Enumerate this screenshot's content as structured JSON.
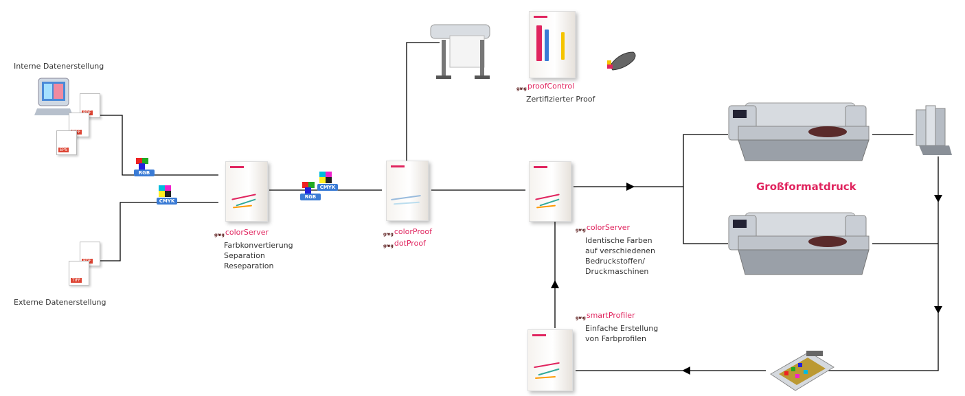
{
  "labels": {
    "interne": "Interne Datenerstellung",
    "externe": "Externe Datenerstellung",
    "grossformat": "Großformatdruck"
  },
  "badges": {
    "rgb": "RGB",
    "cmyk": "CMYK"
  },
  "products": {
    "gmg": "gmg",
    "colorserver1": {
      "name": "colorServer",
      "lines": [
        "Farbkonvertierung",
        "Separation",
        "Reseparation"
      ]
    },
    "colorproof": {
      "name": "colorProof"
    },
    "dotproof": {
      "name": "dotProof"
    },
    "proofcontrol": {
      "name": "proofControl",
      "lines": [
        "Zertifizierter Proof"
      ]
    },
    "colorserver2": {
      "name": "colorServer",
      "lines": [
        "Identische Farben",
        "auf verschiedenen",
        "Bedruckstoffen/",
        "Druckmaschinen"
      ]
    },
    "smartprofiler": {
      "name": "smartProfiler",
      "lines": [
        "Einfache Erstellung",
        "von Farbprofilen"
      ]
    }
  },
  "icons": {
    "mac": "mac-computer-icon",
    "pdf": "pdf-file-icon",
    "tiff": "tiff-file-icon",
    "eps": "eps-file-icon",
    "plotter": "proof-printer-icon",
    "spectro": "spectrophotometer-icon",
    "largeprinter": "large-format-printer-icon",
    "media": "print-media-rolls-icon",
    "scanner": "measuring-table-icon"
  },
  "colors": {
    "accent": "#e0245e",
    "line": "#000000",
    "badge": "#3a7bd5"
  }
}
